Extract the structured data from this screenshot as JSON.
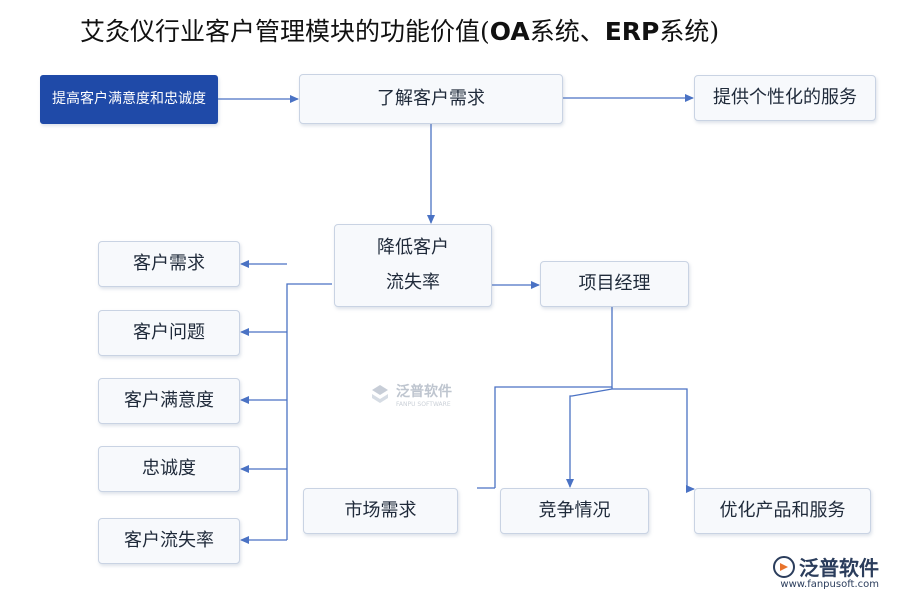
{
  "title": {
    "part1": "艾灸仪行业客户管理模块的功能价值(",
    "part2": "OA",
    "part3": "系统、",
    "part4": "ERP",
    "part5": "系统)"
  },
  "nodes": {
    "improve_satisfaction": "提高客户满意度和忠诚度",
    "understand_needs": "了解客户需求",
    "personalized_service": "提供个性化的服务",
    "reduce_churn_line1": "降低客户",
    "reduce_churn_line2": "流失率",
    "project_manager": "项目经理",
    "customer_needs": "客户需求",
    "customer_issues": "客户问题",
    "customer_satisfaction": "客户满意度",
    "loyalty": "忠诚度",
    "customer_churn": "客户流失率",
    "market_demand": "市场需求",
    "competition": "竞争情况",
    "optimize_products": "优化产品和服务"
  },
  "watermark": {
    "center_text": "泛普软件",
    "center_subtext": "FANPU SOFTWARE",
    "brand": "泛普软件",
    "url": "www.fanpusoft.com"
  },
  "colors": {
    "accent": "#1f4aa8",
    "line": "#4a72c4",
    "box_border": "#c9d3e3"
  }
}
